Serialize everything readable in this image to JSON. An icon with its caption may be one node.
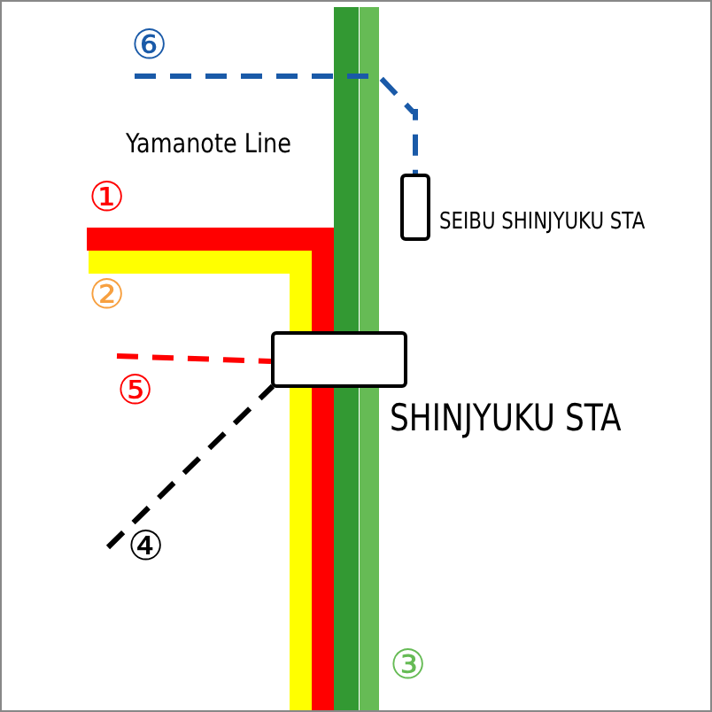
{
  "diagram": {
    "nodes": [
      {
        "text": [],
        "shape": "box",
        "beside": [
          "SEIBU SHINJYUKU STA"
        ]
      },
      {
        "text": [],
        "shape": "box",
        "beside": [
          "SHINJYUKU STA"
        ]
      }
    ],
    "edges": [
      {
        "from": null,
        "to": 0,
        "arrow": "none",
        "style": "dashed",
        "color": "#1a5aa8"
      },
      {
        "from": null,
        "to": 1,
        "arrow": "none",
        "style": "dashed",
        "color": "#ff0000"
      },
      {
        "from": null,
        "to": 1,
        "arrow": "none",
        "style": "dashed",
        "color": "#000000"
      }
    ],
    "labels": [
      "⑥",
      "Yamanote Line",
      "①",
      "②",
      "⑤",
      "④",
      "③"
    ]
  }
}
